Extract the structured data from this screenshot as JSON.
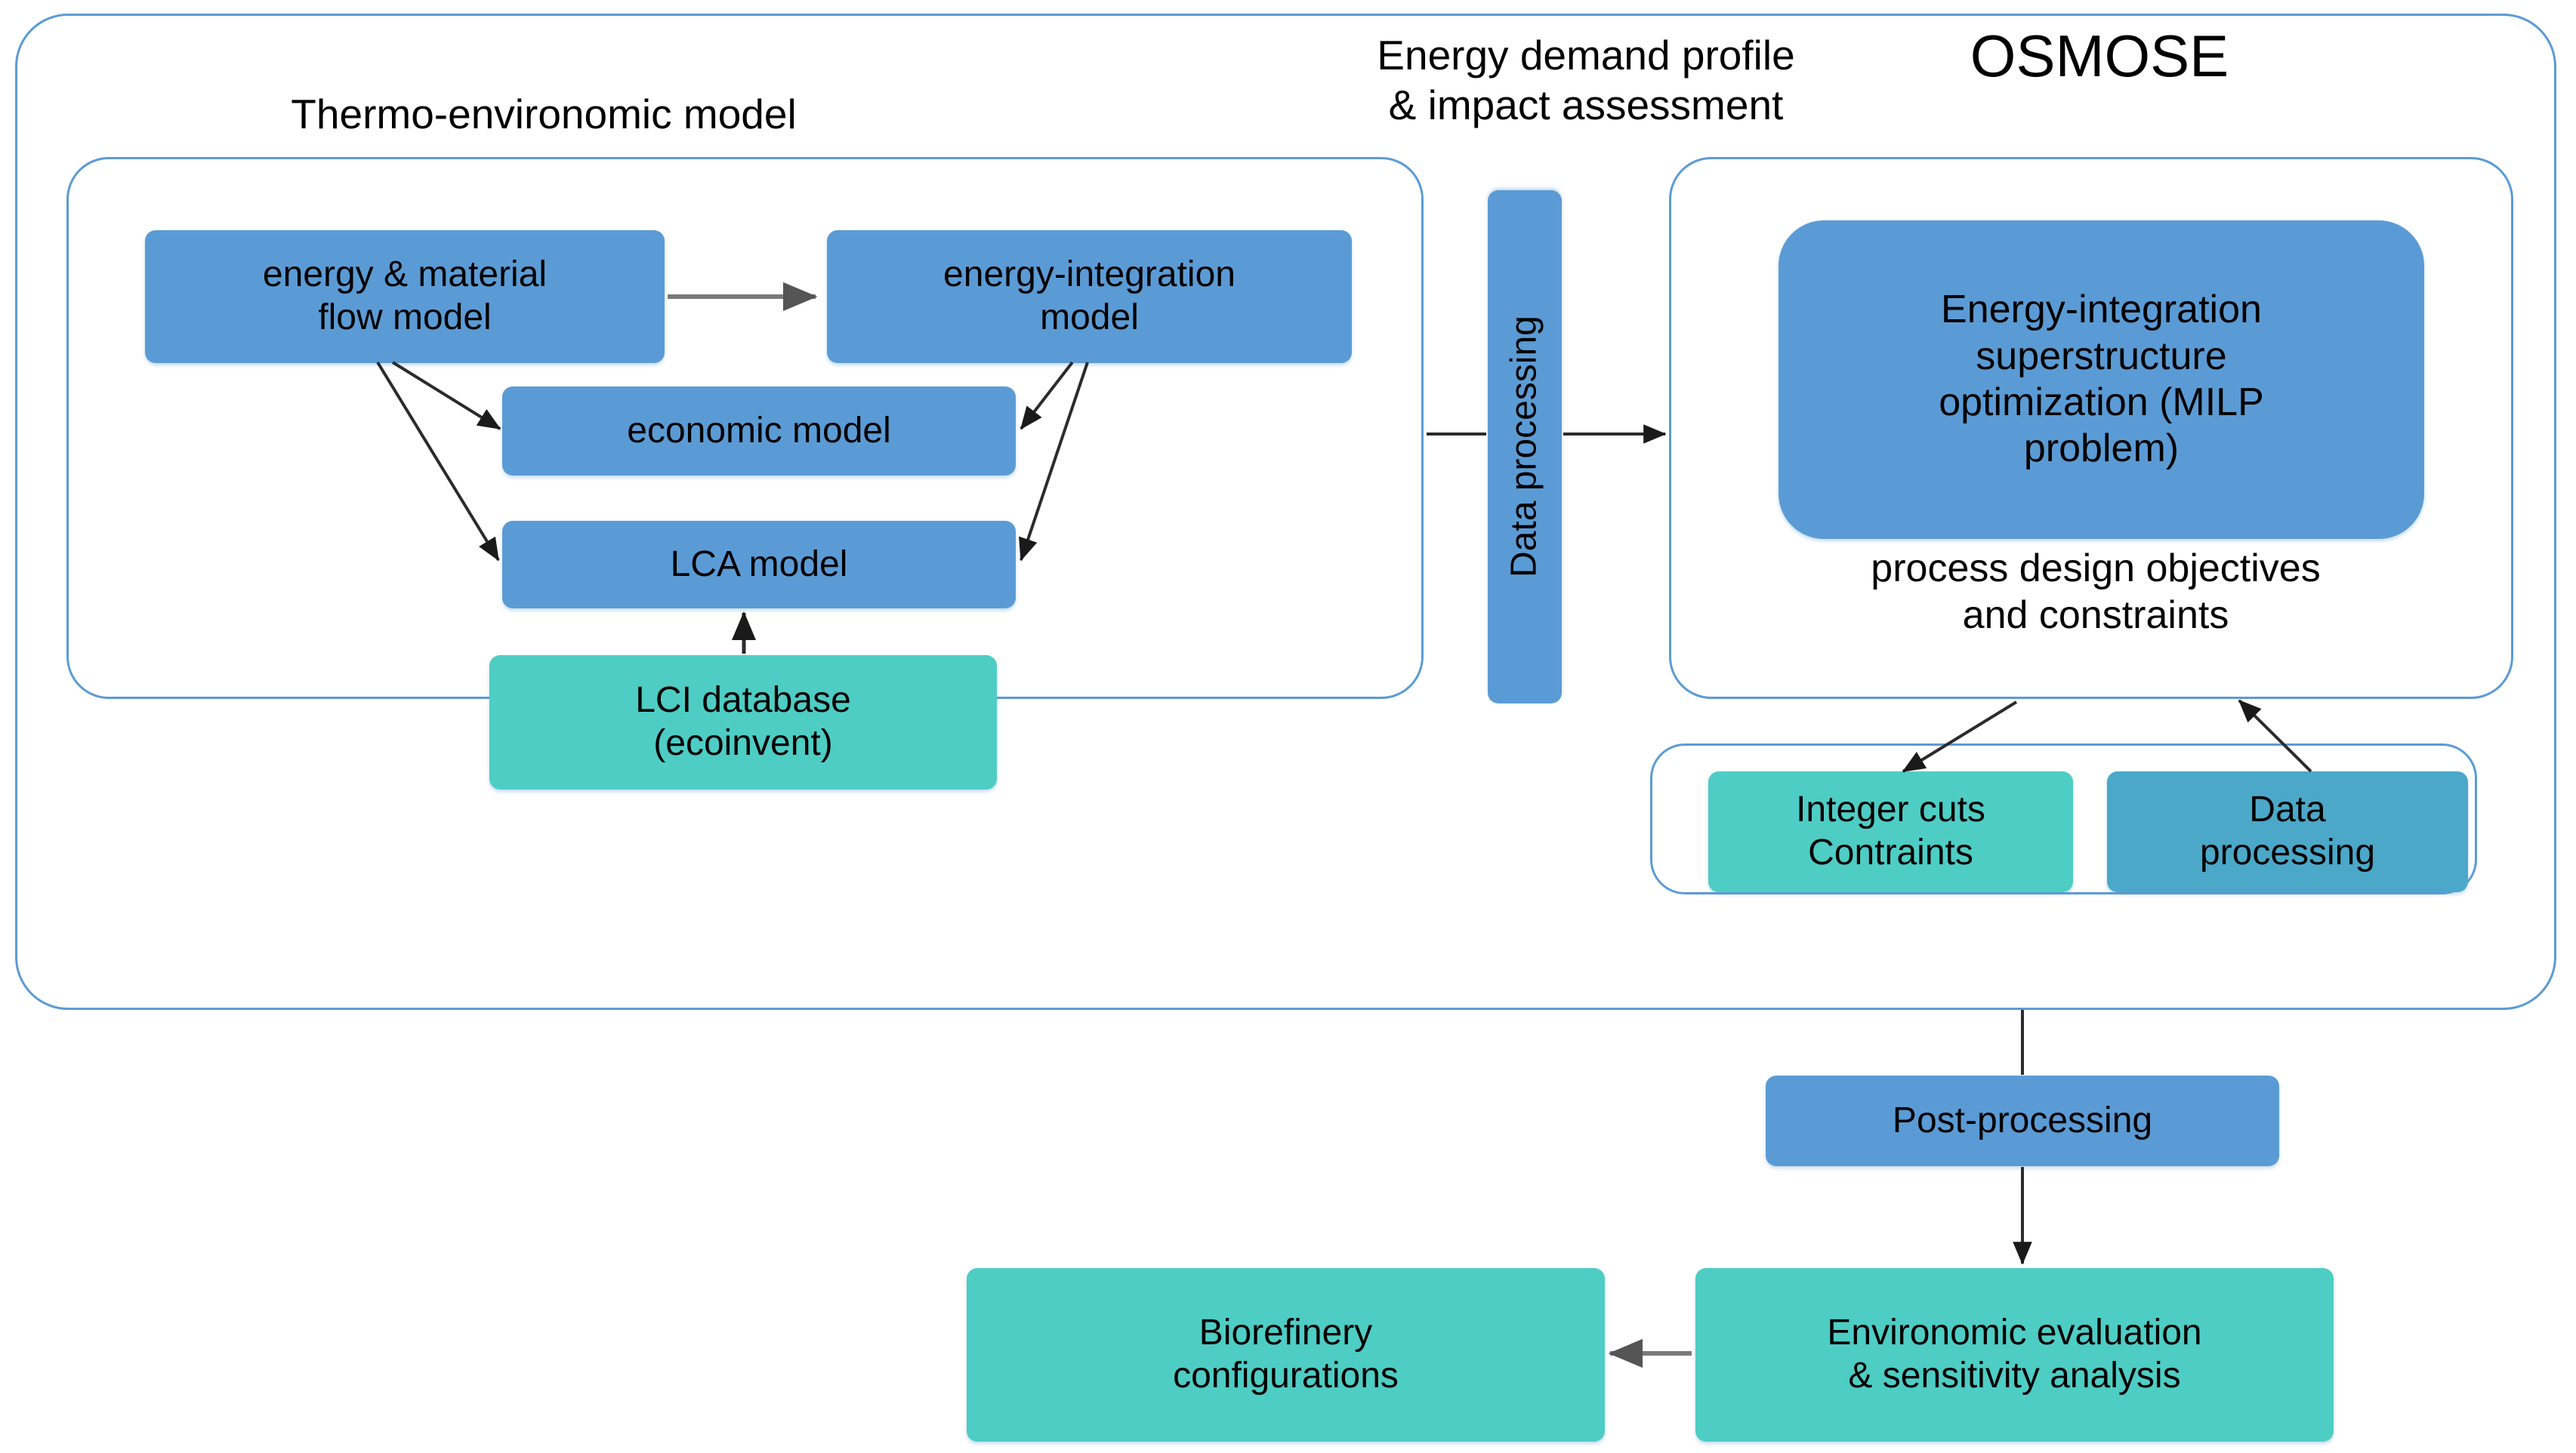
{
  "diagram": {
    "title_osmose": "OSMOSE",
    "title_thermo": "Thermo-environomic model",
    "title_energy_demand": "Energy demand profile\n& impact assessment",
    "colors": {
      "outline": "#5B9BD5",
      "blue": "#5B9BD5",
      "teal": "#4ECDC4",
      "bluegreen": "#4BA8C9",
      "arrow": "#404040"
    },
    "nodes": {
      "energy_material_flow": "energy & material\nflow model",
      "energy_integration": "energy-integration\nmodel",
      "economic": "economic model",
      "lca": "LCA model",
      "lci_database": "LCI database\n(ecoinvent)",
      "data_processing_bar": "Data processing",
      "milp": "Energy-integration\nsuperstructure\noptimization (MILP\nproblem)",
      "process_design": "process design objectives\nand constraints",
      "integer_cuts": "Integer cuts\nContraints",
      "data_processing_right": "Data\nprocessing",
      "post_processing": "Post-processing",
      "environomic_eval": "Environomic evaluation\n& sensitivity analysis",
      "biorefinery": "Biorefinery\nconfigurations"
    }
  }
}
